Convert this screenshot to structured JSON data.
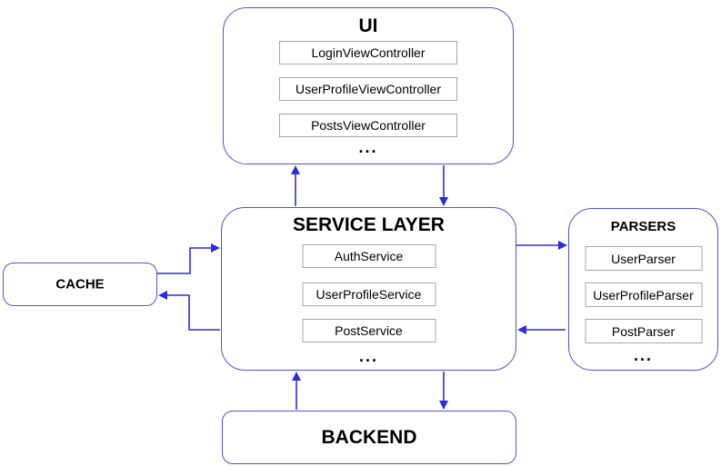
{
  "diagram": {
    "ui": {
      "title": "UI",
      "items": [
        "LoginViewController",
        "UserProfileViewController",
        "PostsViewController"
      ],
      "ellipsis": "..."
    },
    "service_layer": {
      "title": "SERVICE LAYER",
      "items": [
        "AuthService",
        "UserProfileService",
        "PostService"
      ],
      "ellipsis": "..."
    },
    "parsers": {
      "title": "PARSERS",
      "items": [
        "UserParser",
        "UserProfileParser",
        "PostParser"
      ],
      "ellipsis": "..."
    },
    "cache": {
      "title": "CACHE"
    },
    "backend": {
      "title": "BACKEND"
    }
  },
  "connections": [
    {
      "from": "SERVICE LAYER",
      "to": "UI"
    },
    {
      "from": "UI",
      "to": "SERVICE LAYER"
    },
    {
      "from": "BACKEND",
      "to": "SERVICE LAYER"
    },
    {
      "from": "SERVICE LAYER",
      "to": "BACKEND"
    },
    {
      "from": "SERVICE LAYER",
      "to": "PARSERS"
    },
    {
      "from": "PARSERS",
      "to": "SERVICE LAYER"
    },
    {
      "from": "CACHE",
      "to": "SERVICE LAYER"
    },
    {
      "from": "SERVICE LAYER",
      "to": "CACHE"
    }
  ],
  "colors": {
    "box_border": "#5050e0",
    "arrow": "#2b2be0",
    "inner_box_border": "#a6a6a6",
    "text": "#000000",
    "background": "#ffffff"
  }
}
